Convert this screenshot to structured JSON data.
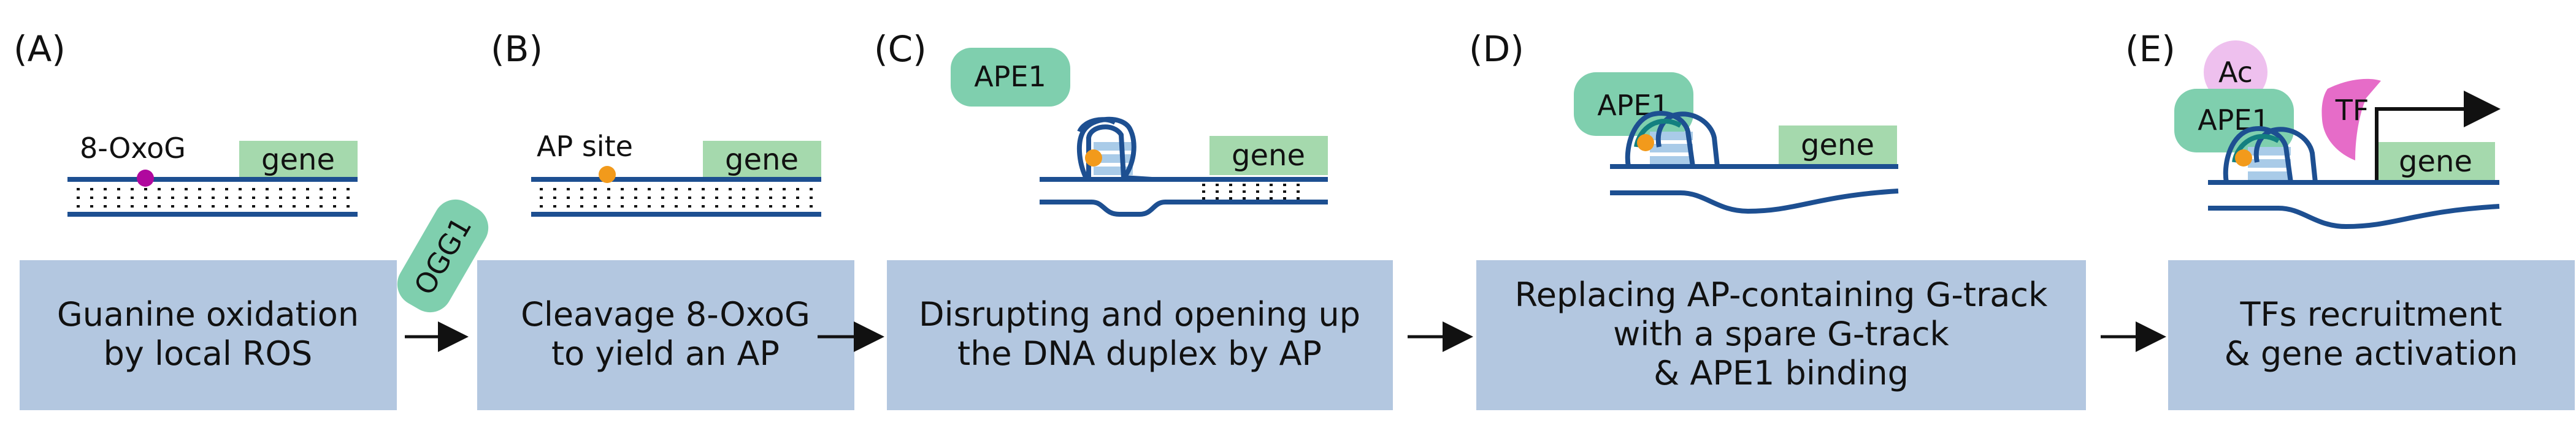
{
  "panels": [
    {
      "label": "(A)",
      "site_label": "8-OxoG",
      "gene": "gene",
      "box_lines": [
        "Guanine oxidation",
        "by local ROS"
      ]
    },
    {
      "label": "(B)",
      "site_label": "AP site",
      "gene": "gene",
      "box_lines": [
        "Cleavage 8-OxoG",
        "to yield an AP"
      ]
    },
    {
      "label": "(C)",
      "gene": "gene",
      "box_lines": [
        "Disrupting and opening up",
        "the DNA duplex by AP"
      ]
    },
    {
      "label": "(D)",
      "gene": "gene",
      "box_lines": [
        "Replacing AP-containing G-track",
        "with a spare G-track",
        "& APE1 binding"
      ]
    },
    {
      "label": "(E)",
      "gene": "gene",
      "box_lines": [
        "TFs recruitment",
        "& gene activation"
      ]
    }
  ],
  "proteins": {
    "ogg1": "OGG1",
    "ape1": "APE1",
    "ac": "Ac",
    "tf": "TF"
  },
  "colors": {
    "box": "#b3c7e0",
    "gene": "#a5d9ad",
    "dna": "#1d4f91",
    "ape1": "#7fcfae",
    "oxog": "#b0089e",
    "ap_site": "#f29a1b",
    "ac": "#eec0ee",
    "tf": "#e66cc8",
    "gtrack": "#a9cbe8"
  }
}
